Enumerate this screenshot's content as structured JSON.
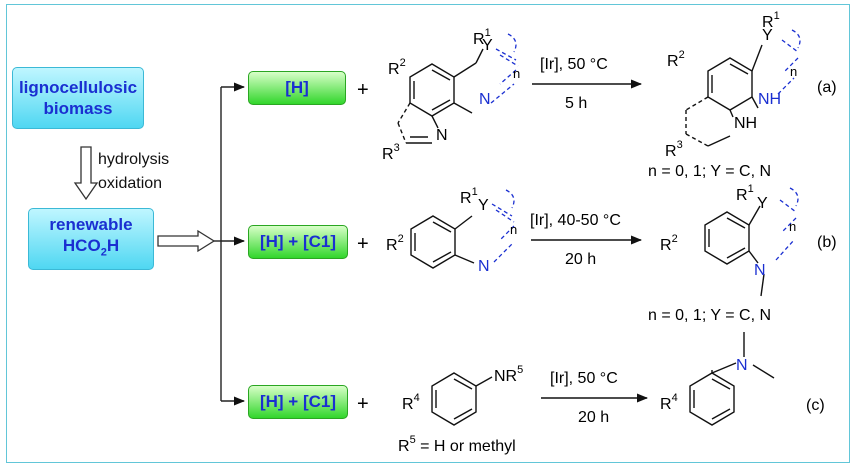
{
  "source_box": {
    "line1": "lignocellulosic",
    "line2": "biomass"
  },
  "conversion_step": {
    "line1": "hydrolysis",
    "line2": "oxidation"
  },
  "acid_box": {
    "line1": "renewable",
    "line2_main": "HCO",
    "line2_sub": "2",
    "line2_end": "H"
  },
  "reactions": [
    {
      "id": "a",
      "reagent": "[H]",
      "conditions": "[Ir], 50 °C",
      "time": "5 h",
      "label": "(a)",
      "scope": "n = 0, 1;  Y = C, N"
    },
    {
      "id": "b",
      "reagent": "[H] + [C1]",
      "conditions": "[Ir], 40-50 °C",
      "time": "20 h",
      "label": "(b)",
      "scope": "n = 0, 1;  Y = C, N"
    },
    {
      "id": "c",
      "reagent": "[H] + [C1]",
      "conditions": "[Ir], 50 °C",
      "time": "20 h",
      "label": "(c)",
      "scope_main": "R",
      "scope_sup": "5",
      "scope_end": " = H or methyl"
    }
  ],
  "atoms": {
    "plus": "+",
    "r": "R",
    "y": "Y",
    "n_letter": "n",
    "n": "N",
    "nh": "NH",
    "h": "H",
    "nr": "NR",
    "n1": "1",
    "n2": "2",
    "n3": "3",
    "n4": "4",
    "n5": "5"
  },
  "colors": {
    "frame": "#62c6d8",
    "heteroatom": "#1a2fd1",
    "text": "#111111"
  }
}
